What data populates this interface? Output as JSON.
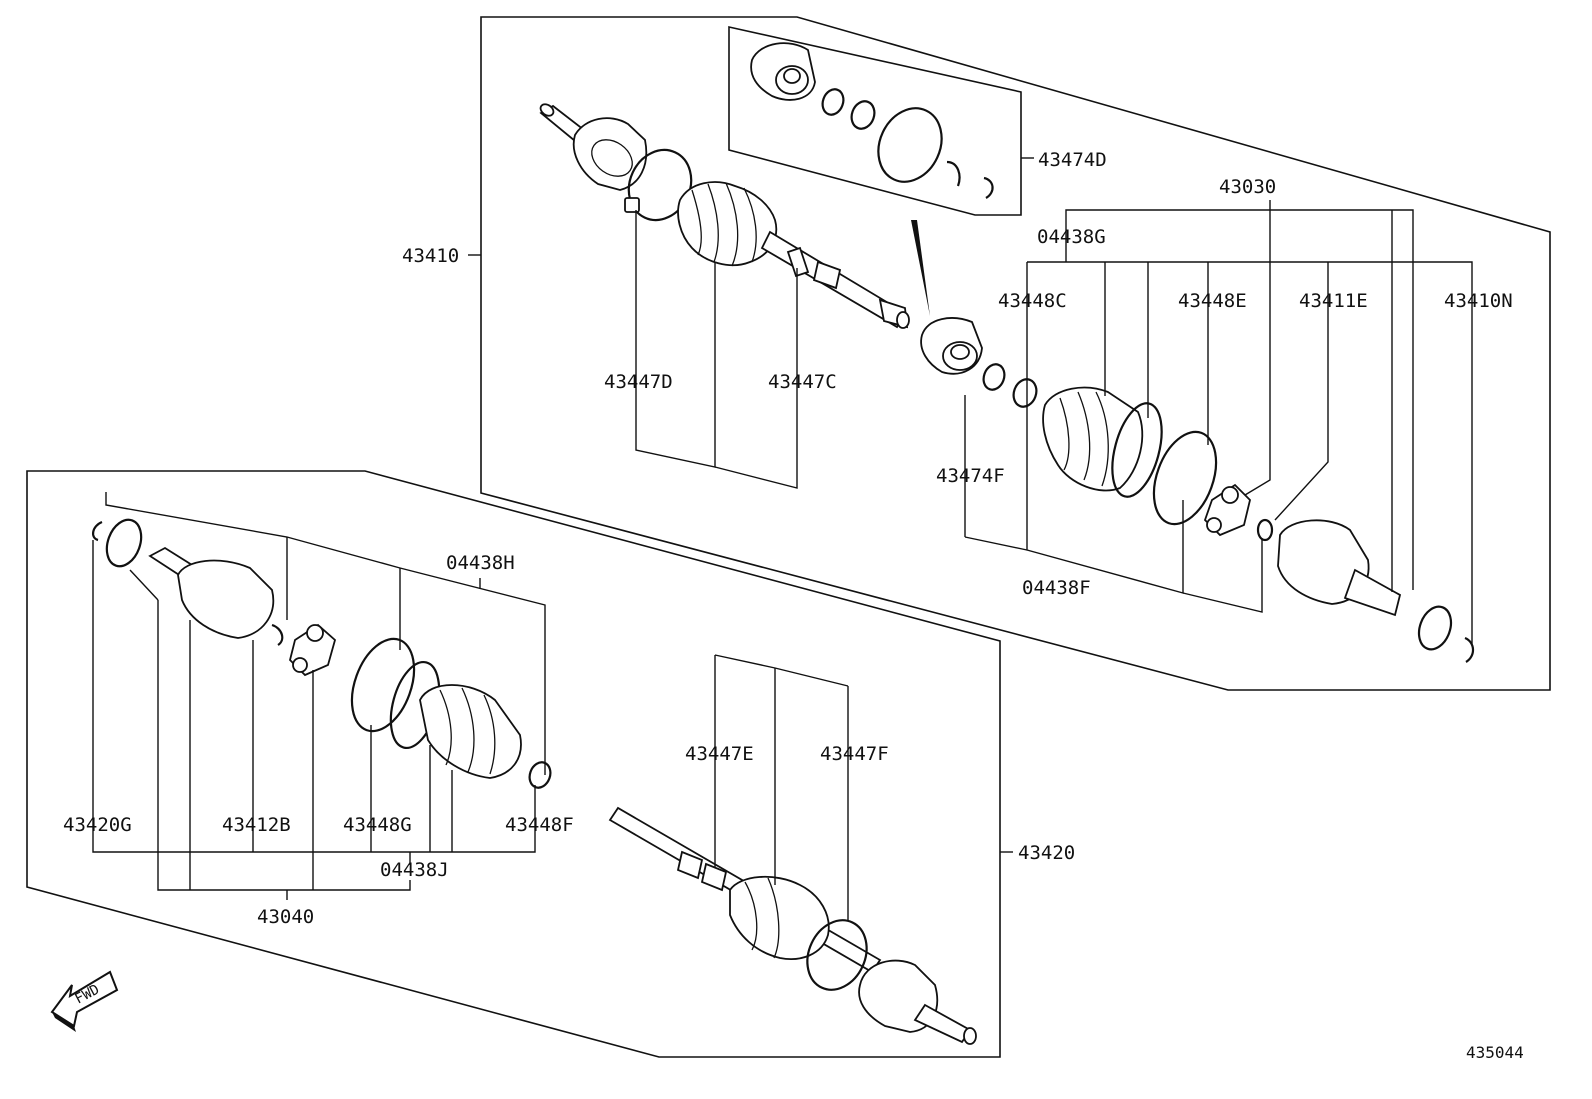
{
  "diagram": {
    "figure_number": "435044",
    "direction_marker": "FWD",
    "upper_assembly": {
      "group_label": "43410",
      "kit_label": "43474D",
      "set_label": "43030",
      "subkit_label": "04438G",
      "boot_kit_label": "04438F",
      "parts": [
        "43447D",
        "43447C",
        "43474F",
        "43448C",
        "43448E",
        "43411E",
        "43410N"
      ]
    },
    "lower_assembly": {
      "group_label": "43420",
      "set_label": "43040",
      "kit_label": "04438H",
      "subkit_label": "04438J",
      "parts": [
        "43420G",
        "43412B",
        "43448G",
        "43448F",
        "43447E",
        "43447F"
      ]
    }
  }
}
